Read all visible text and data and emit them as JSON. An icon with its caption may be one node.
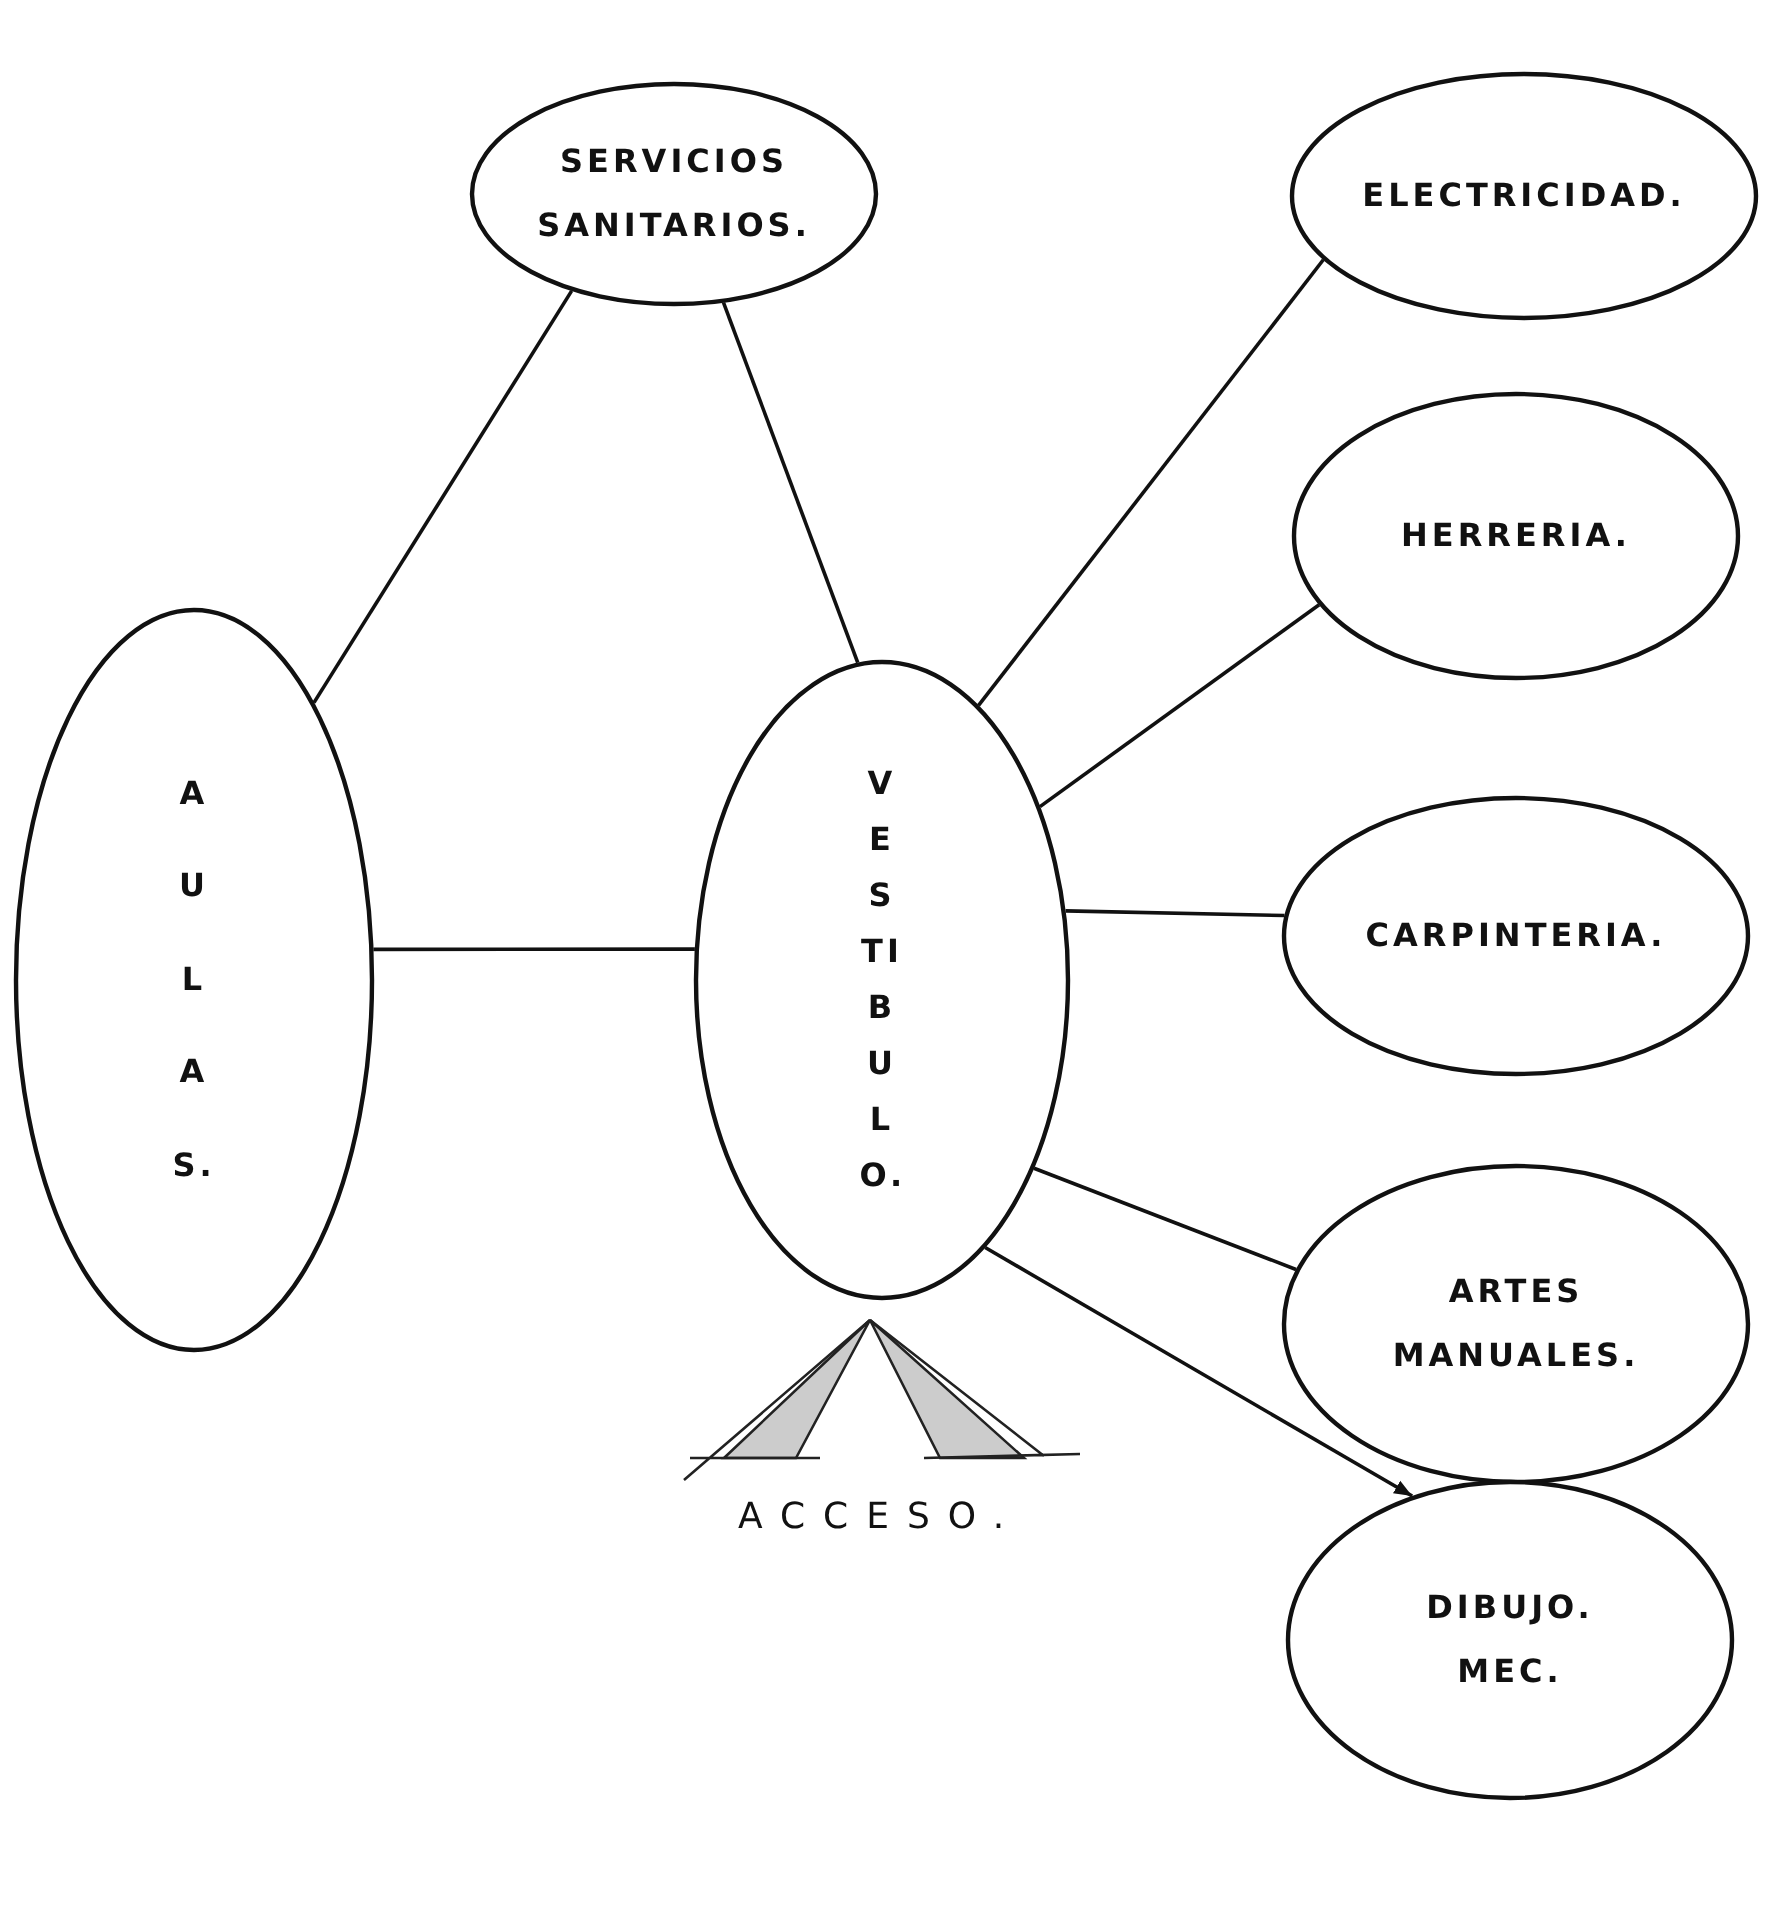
{
  "diagram": {
    "nodes": [
      {
        "text": [
          "SERVICIOS SANITARIOS."
        ]
      },
      {
        "text": [
          "AULAS."
        ]
      },
      {
        "text": [
          "VESTIBULO."
        ]
      },
      {
        "text": [
          "ELECTRICIDAD."
        ]
      },
      {
        "text": [
          "HERRERIA."
        ]
      },
      {
        "text": [
          "CARPINTERIA."
        ]
      },
      {
        "text": [
          "ARTES MANUALES."
        ]
      },
      {
        "text": [
          "DIBUJO. MEC."
        ]
      }
    ],
    "edges": [
      {
        "from": 0,
        "to": 1,
        "arrow": "none"
      },
      {
        "from": 0,
        "to": 2,
        "arrow": "none"
      },
      {
        "from": 2,
        "to": 3,
        "arrow": "none"
      },
      {
        "from": 2,
        "to": 4,
        "arrow": "none"
      },
      {
        "from": 1,
        "to": 2,
        "arrow": "none"
      },
      {
        "from": 2,
        "to": 5,
        "arrow": "none"
      },
      {
        "from": 2,
        "to": 6,
        "arrow": "none"
      },
      {
        "from": 2,
        "to": 7,
        "arrow": "to"
      }
    ],
    "labels": [
      "ACCESO."
    ]
  }
}
